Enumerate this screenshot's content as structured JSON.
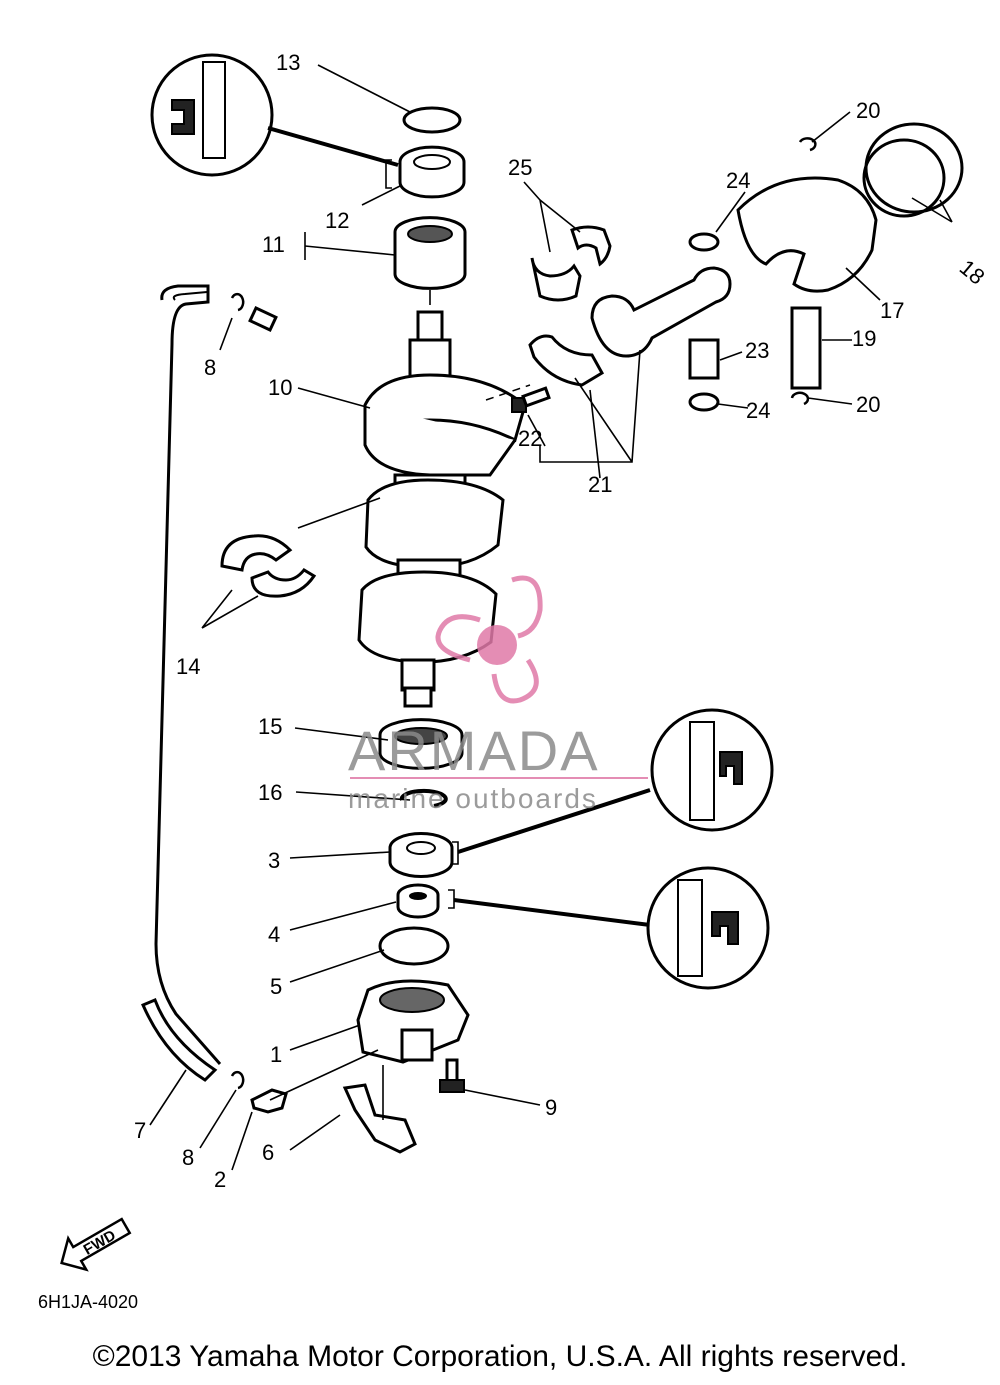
{
  "callouts": [
    "1",
    "2",
    "3",
    "4",
    "5",
    "6",
    "7",
    "8",
    "9",
    "10",
    "11",
    "12",
    "13",
    "14",
    "15",
    "16",
    "17",
    "18",
    "19",
    "20",
    "21",
    "22",
    "23",
    "24",
    "25"
  ],
  "fwd_label": "FWD",
  "drawing_code": "6H1JA-4020",
  "copyright": "©2013 Yamaha Motor Corporation, U.S.A. All rights reserved.",
  "watermark": {
    "brand": "ARMADA",
    "tagline": "marine outboards",
    "accent": "#e07aa8"
  }
}
